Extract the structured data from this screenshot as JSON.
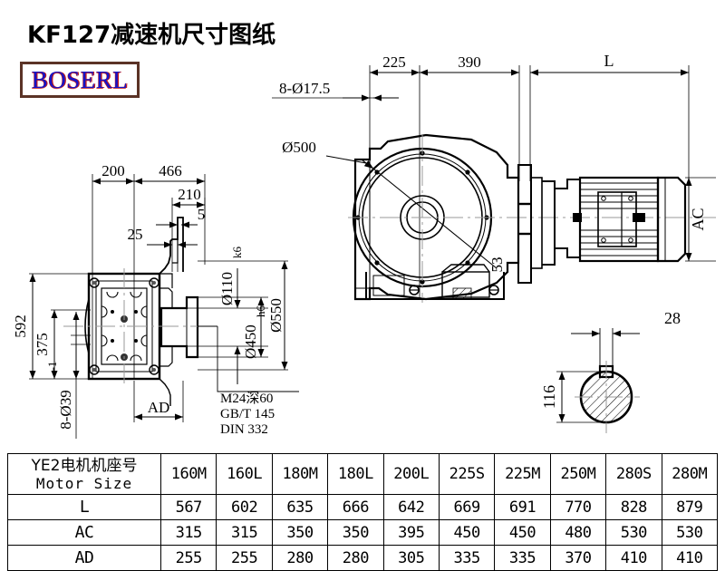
{
  "title": "KF127减速机尺寸图纸",
  "logo": {
    "text": "BOSERL"
  },
  "drawing": {
    "top_view_dims": {
      "d_225": "225",
      "d_390": "390",
      "d_L": "L",
      "d_bolt": "8-Ø17.5",
      "d_flange": "Ø500",
      "d_53": "53",
      "d_AC": "AC"
    },
    "left_view_dims": {
      "d_200": "200",
      "d_466": "466",
      "d_210": "210",
      "d_5": "5",
      "d_25": "25",
      "d_592": "592",
      "d_375": "375",
      "d_375_sub": "-1",
      "d_8xd39": "8-Ø39",
      "d_AD": "AD",
      "d_110": "Ø110",
      "d_110_sub": "k6",
      "d_450": "Ø450",
      "d_450_sub": "h6",
      "d_550": "Ø550"
    },
    "notes": {
      "line1": "M24深60",
      "line2": "GB/T 145",
      "line3": "DIN 332"
    },
    "detail_dims": {
      "d_28": "28",
      "d_116": "116"
    }
  },
  "table": {
    "header_cn": "YE2电机机座号",
    "header_en": "Motor Size",
    "columns": [
      "160M",
      "160L",
      "180M",
      "180L",
      "200L",
      "225S",
      "225M",
      "250M",
      "280S",
      "280M"
    ],
    "rows": [
      {
        "label": "L",
        "values": [
          "567",
          "602",
          "635",
          "666",
          "642",
          "669",
          "691",
          "770",
          "828",
          "879"
        ]
      },
      {
        "label": "AC",
        "values": [
          "315",
          "315",
          "350",
          "350",
          "395",
          "450",
          "450",
          "480",
          "530",
          "530"
        ]
      },
      {
        "label": "AD",
        "values": [
          "255",
          "255",
          "280",
          "280",
          "305",
          "335",
          "335",
          "370",
          "410",
          "410"
        ]
      }
    ]
  }
}
